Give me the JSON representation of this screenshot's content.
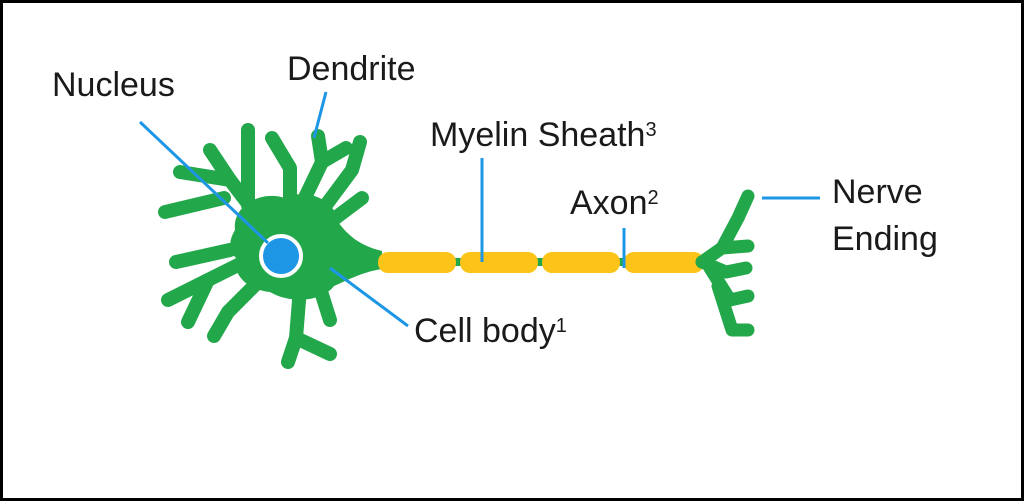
{
  "diagram": {
    "labels": {
      "nucleus": "Nucleus",
      "dendrite": "Dendrite",
      "myelin_sheath": "Myelin Sheath",
      "myelin_sheath_note": "3",
      "axon": "Axon",
      "axon_note": "2",
      "nerve_ending_line1": "Nerve",
      "nerve_ending_line2": "Ending",
      "cell_body": "Cell body",
      "cell_body_note": "1"
    },
    "colors": {
      "neuron_body": "#22a84a",
      "myelin": "#fcc419",
      "nucleus": "#1e96e6",
      "leader_line": "#1e96e6",
      "border": "#000000",
      "text": "#1a1a1a"
    },
    "icons": {
      "neuron": "neuron-illustration"
    }
  }
}
